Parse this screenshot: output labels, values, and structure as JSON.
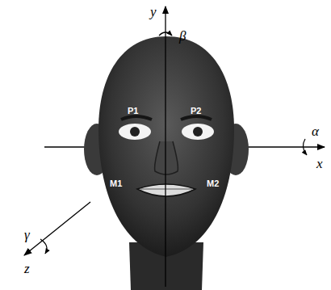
{
  "diagram": {
    "labels": [
      "y",
      "β",
      "x",
      "α",
      "z",
      "γ",
      "P1",
      "P2",
      "M1",
      "M2"
    ]
  }
}
